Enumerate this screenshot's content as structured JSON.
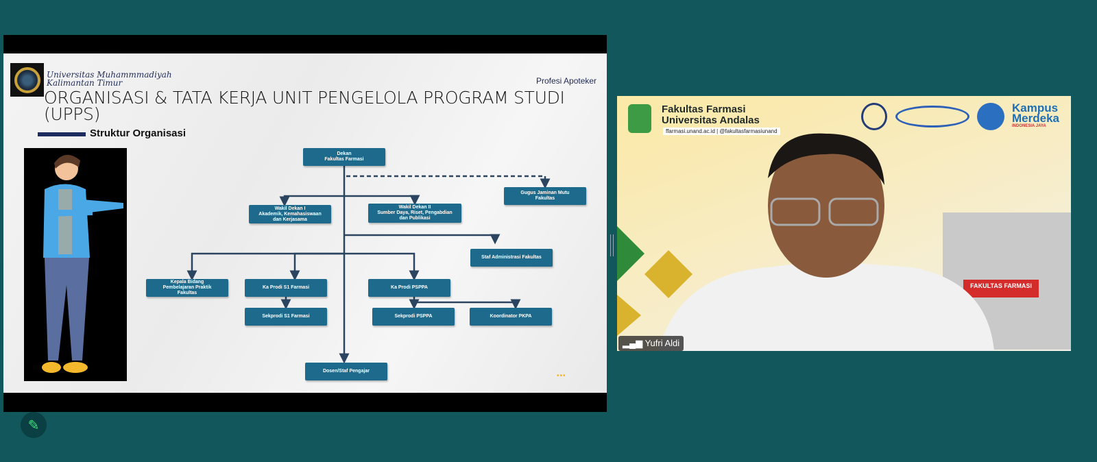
{
  "slide": {
    "university": [
      "Universitas Muhammmadiyah",
      "Kalimantan Timur"
    ],
    "program": "Profesi Apoteker",
    "title": "ORGANISASI & TATA KERJA UNIT PENGELOLA PROGRAM STUDI (UPPS)",
    "subtitle": "Struktur Organisasi",
    "org": {
      "dekan": "Dekan\nFakultas Farmasi",
      "gugus": "Gugus Jaminan Mutu\nFakultas",
      "wakil1": "Wakil Dekan I\nAkademik, Kemahasiswaan\ndan Kerjasama",
      "wakil2": "Wakil Dekan II\nSumber Daya, Riset, Pengabdian\ndan Publikasi",
      "staf_admin": "Staf Administrasi Fakultas",
      "kepala_bidang": "Kepala Bidang\nPembelajaran Praktik\nFakultas",
      "kaprodi_s1": "Ka Prodi S1 Farmasi",
      "kaprodi_psppa": "Ka Prodi PSPPA",
      "sekprodi_s1": "Sekprodi S1 Farmasi",
      "sekprodi_psppa": "Sekprodi PSPPA",
      "koordinator": "Koordinator PKPA",
      "dosen": "Dosen/Staf Pengajar"
    },
    "dots": "•••"
  },
  "video": {
    "faculty": [
      "Fakultas Farmasi",
      "Universitas Andalas"
    ],
    "web": "ffarmasi.unand.ac.id | @fakultasfarmasiunand",
    "kampus": [
      "Kampus",
      "Merdeka"
    ],
    "kampus_sub": "INDONESIA JAYA",
    "building_sign": "FAKULTAS FARMASI",
    "participant": "Yufri Aldi"
  },
  "colors": {
    "background": "#11575b",
    "box": "#1d6a8c",
    "accent": "#3fe07a"
  }
}
